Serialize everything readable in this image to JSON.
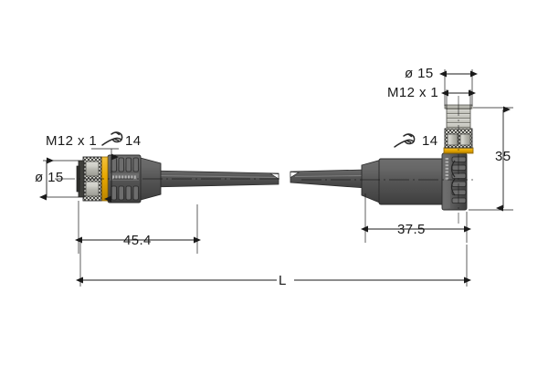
{
  "drawing": {
    "type": "technical-dimension-drawing",
    "subject": "M12 cordset with straight female connector and right-angle male connector",
    "background_color": "#ffffff",
    "line_color": "#1a1a1a",
    "body_color": "#5a5a5a",
    "body_dark_color": "#3c3c3c",
    "accent_color": "#e8a800",
    "metal_color": "#c8c8c0"
  },
  "left_connector": {
    "name": "straight-female-connector",
    "thread_label": "M12 x 1",
    "diameter_label": "ø 15",
    "wrench_size": "14",
    "length_dimension": "45.4"
  },
  "right_connector": {
    "name": "right-angle-male-connector",
    "diameter_label": "ø 15",
    "thread_label": "M12 x 1",
    "wrench_size": "14",
    "height_dimension": "35",
    "length_dimension": "37.5"
  },
  "overall": {
    "length_label": "L"
  }
}
